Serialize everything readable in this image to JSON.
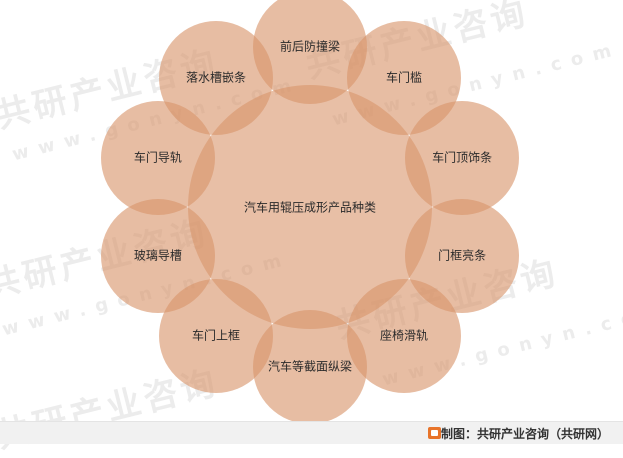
{
  "diagram": {
    "center_label": "汽车用辊压成形产品种类",
    "nodes": [
      {
        "label": "前后防撞梁"
      },
      {
        "label": "车门槛"
      },
      {
        "label": "车门顶饰条"
      },
      {
        "label": "门框亮条"
      },
      {
        "label": "座椅滑轨"
      },
      {
        "label": "汽车等截面纵梁"
      },
      {
        "label": "车门上框"
      },
      {
        "label": "玻璃导槽"
      },
      {
        "label": "车门导轨"
      },
      {
        "label": "落水槽嵌条"
      }
    ],
    "fill_color": "#d9956b"
  },
  "watermark": {
    "cn": "共研产业咨询",
    "en": "www.gonyn.com"
  },
  "footer": {
    "source": "制图：共研产业咨询（共研网）",
    "logo": "gonyn-logo-icon"
  }
}
